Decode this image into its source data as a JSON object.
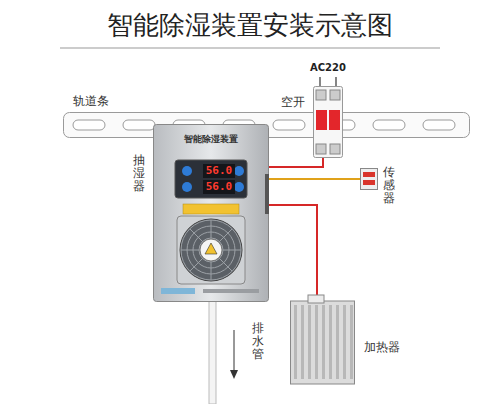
{
  "diagram": {
    "title": "智能除湿装置安装示意图",
    "nodes": [
      {
        "text": [
          "轨道条"
        ]
      },
      {
        "text": [
          "抽湿器",
          "智能除湿装置"
        ]
      },
      {
        "text": [
          "空开",
          "AC220"
        ]
      },
      {
        "text": [
          "传感器"
        ]
      },
      {
        "text": [
          "加热器"
        ]
      },
      {
        "text": [
          "56.0"
        ],
        "in": 1
      },
      {
        "text": [
          "56.0"
        ],
        "in": 1
      }
    ],
    "edges": [
      {
        "from": 1,
        "to": 2,
        "arrow": "none"
      },
      {
        "from": 1,
        "to": 3,
        "arrow": "none"
      },
      {
        "from": 1,
        "to": 4,
        "arrow": "none"
      }
    ],
    "labels": [
      "排水管"
    ]
  }
}
